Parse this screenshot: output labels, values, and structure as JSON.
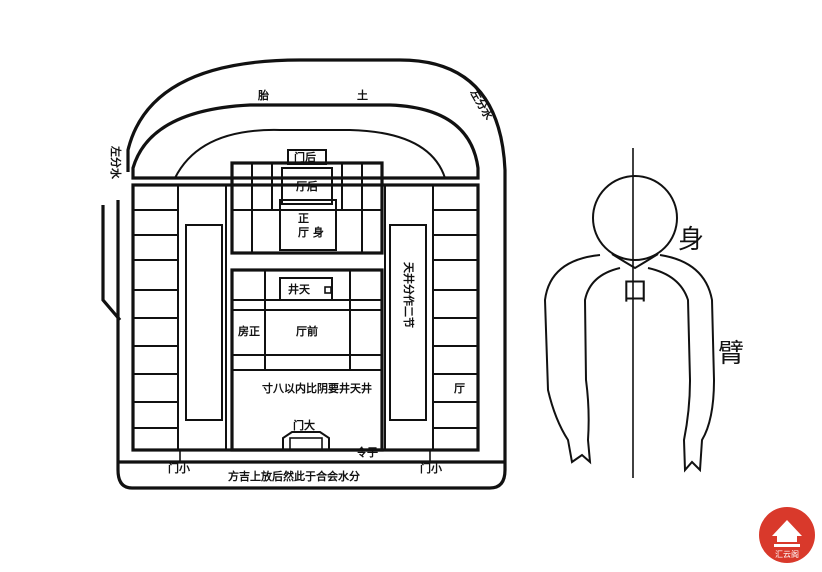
{
  "plan": {
    "labels": {
      "back_soil": "胎　　　　　　　　土",
      "right_water": "左分水",
      "left_water": "左分水",
      "rear_gate": "门后",
      "rear_hall": "厅后",
      "main_hall_body": "正\n厅 身",
      "courtyard_small": "井天",
      "courtyard_note": "天井分作二节",
      "side_room": "房正",
      "front_hall": "厅前",
      "courtyard_rule": "寸八以内比阴要井天井",
      "side_hall": "厅",
      "main_gate": "门大",
      "gate_mark": "令子",
      "small_gate_left": "门小",
      "small_gate_right": "门小",
      "water_merge_note": "方吉上放后然此于合会水分"
    }
  },
  "figure": {
    "labels": {
      "body": "身",
      "mouth": "口",
      "arm": "臂"
    }
  },
  "logo": {
    "text": "汇云阁",
    "color": "#d9392b"
  }
}
